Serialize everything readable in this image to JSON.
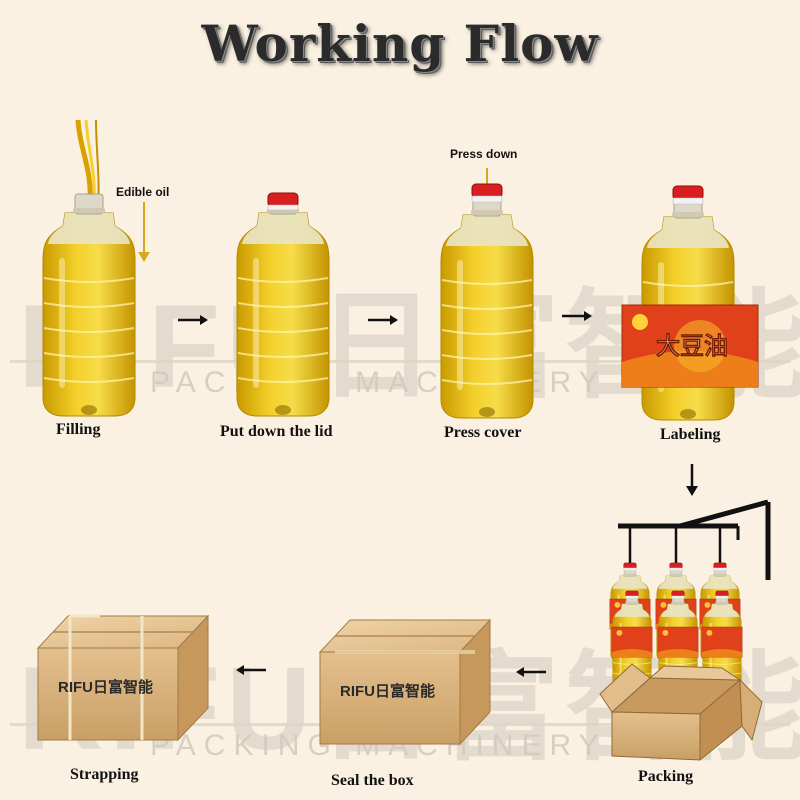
{
  "title": "Working Flow",
  "watermark": {
    "brand": "RIFU日富智能",
    "subtitle": "PACKING MACHINERY"
  },
  "steps": [
    {
      "label": "Filling",
      "annotation": "Edible oil"
    },
    {
      "label": "Put down the lid"
    },
    {
      "label": "Press cover",
      "annotation": "Press down"
    },
    {
      "label": "Labeling"
    },
    {
      "label": "Packing"
    },
    {
      "label": "Seal the box"
    },
    {
      "label": "Strapping"
    }
  ],
  "product_label": {
    "main_text": "大豆油"
  },
  "box_print": {
    "brand": "RIFU日富智能"
  },
  "colors": {
    "background": "#fbf1e2",
    "oil": "#e6b800",
    "cap": "#d81e1e",
    "label_red": "#e0401a",
    "cardboard": "#d9b482",
    "arrow": "#111111",
    "annotation_arrow": "#d9a81a"
  }
}
